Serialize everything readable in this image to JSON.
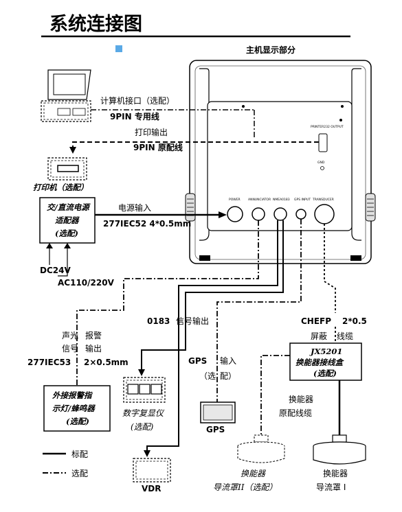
{
  "title": "系统连接图",
  "main_unit": {
    "label": "主机显示部分",
    "printer_port": "PRINTER232 OUTPUT",
    "gnd": "GND",
    "ports": [
      "POWER",
      "ANNUNCIATOR",
      "NMEA0183",
      "GPS INPUT",
      "TRANSDUCER"
    ]
  },
  "links": {
    "computer": {
      "label": "计算机接口（选配）",
      "cable": "9PIN 专用线"
    },
    "printer": {
      "label": "打印输出",
      "cable": "9PIN 原配线"
    },
    "power": {
      "label": "电源输入",
      "cable": "277IEC52 4*0.5mm"
    },
    "alarm": {
      "label_a": [
        "声光",
        "信号"
      ],
      "label_b": [
        "报警",
        "输出"
      ],
      "cable_a": "277IEC53",
      "cable_b": "2×0.5mm"
    },
    "nmea": {
      "label_a": "0183",
      "label_b": "信号输出"
    },
    "gps": {
      "label_a": "GPS",
      "label_b": "输入",
      "label_c": "（选",
      "label_d": "配）"
    },
    "transducer": {
      "label_a": "CHEFP",
      "label_b": "2*0.5",
      "label_c": "屏蔽",
      "label_d": "线缆",
      "orig_cable": [
        "换能器",
        "原配线缆"
      ]
    }
  },
  "devices": {
    "printer": "打印机（选配）",
    "power_adapter": [
      "交/直流电源",
      "适配器",
      "(选配)"
    ],
    "dc_input": "DC24V",
    "ac_input": "AC110/220V",
    "alarm": [
      "外接报警指",
      "示灯/蜂鸣器",
      "(选配)"
    ],
    "repeater": [
      "数字复显仪",
      "(选配)"
    ],
    "vdr": "VDR",
    "gps": "GPS",
    "junction_box": [
      "JX5201",
      "换能器接线盒",
      "(选配)"
    ],
    "transducer_i": [
      "换能器",
      "导流罩 I"
    ],
    "transducer_ii": [
      "换能器",
      "导流罩II（选配）"
    ]
  },
  "legend": {
    "standard": "标配",
    "optional": "选配"
  },
  "colors": {
    "marker": "#5aa9e6",
    "line": "#000000",
    "background": "#ffffff"
  }
}
